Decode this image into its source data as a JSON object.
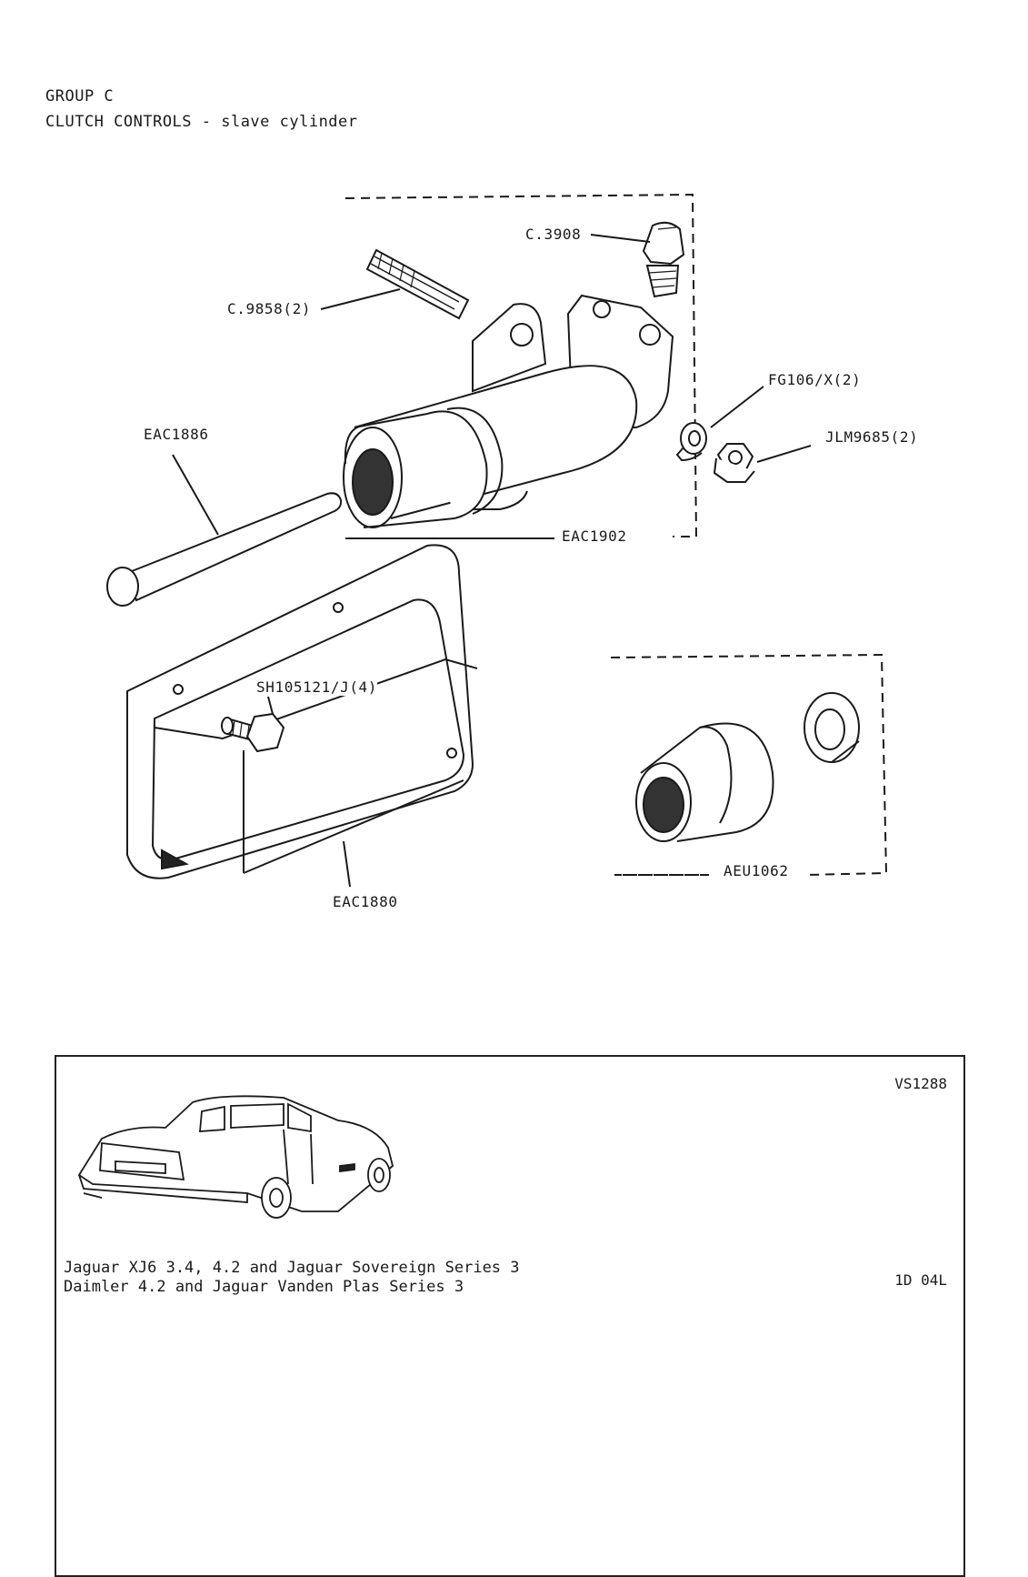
{
  "header": {
    "group": "GROUP C",
    "title": "CLUTCH CONTROLS - slave cylinder"
  },
  "parts": {
    "c3908": "C.3908",
    "c9858": "C.9858(2)",
    "fg106": "FG106/X(2)",
    "jlm9685": "JLM9685(2)",
    "eac1886": "EAC1886",
    "eac1902": "EAC1902",
    "sh105121": "SH105121/J(4)",
    "eac1880": "EAC1880",
    "aeu1062": "AEU1062"
  },
  "footer": {
    "ref_code": "VS1288",
    "model_line1": "Jaguar XJ6 3.4, 4.2 and Jaguar Sovereign Series 3",
    "model_line2": "Daimler 4.2 and Jaguar Vanden Plas Series 3",
    "page_code": "1D 04L"
  }
}
